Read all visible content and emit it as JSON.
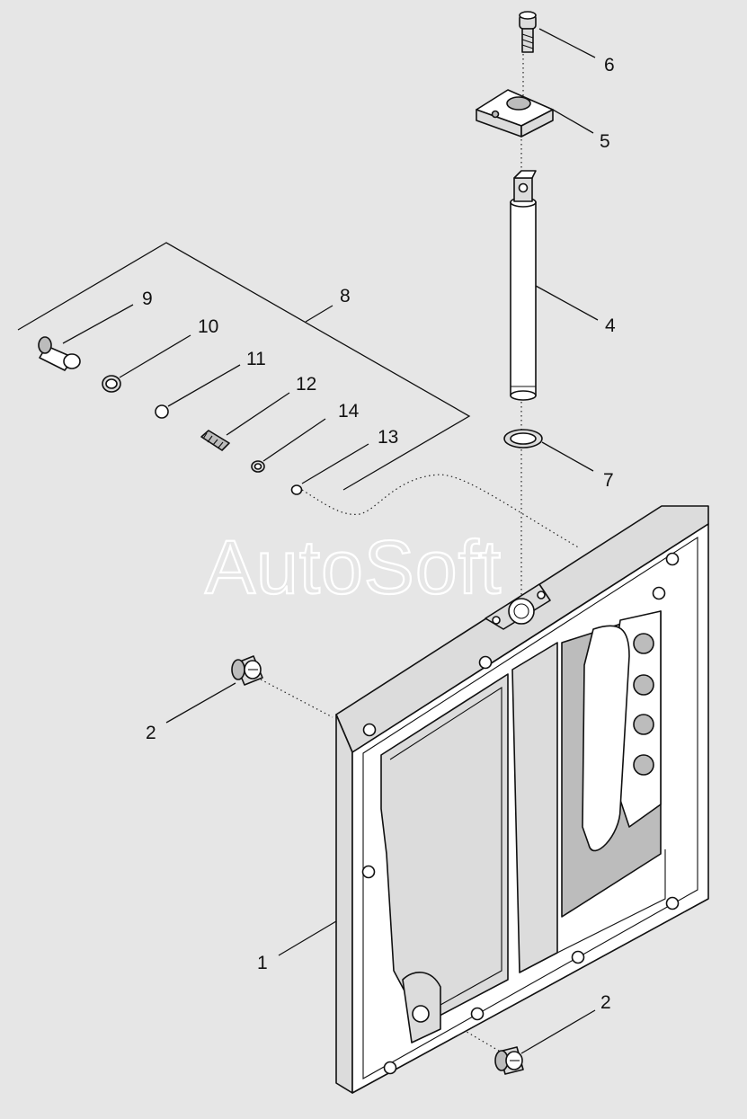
{
  "watermark": "AutoSoft",
  "callouts": {
    "c1": "1",
    "c2a": "2",
    "c2b": "2",
    "c4": "4",
    "c5": "5",
    "c6": "6",
    "c7": "7",
    "c8": "8",
    "c9": "9",
    "c10": "10",
    "c11": "11",
    "c12": "12",
    "c13": "13",
    "c14": "14"
  }
}
